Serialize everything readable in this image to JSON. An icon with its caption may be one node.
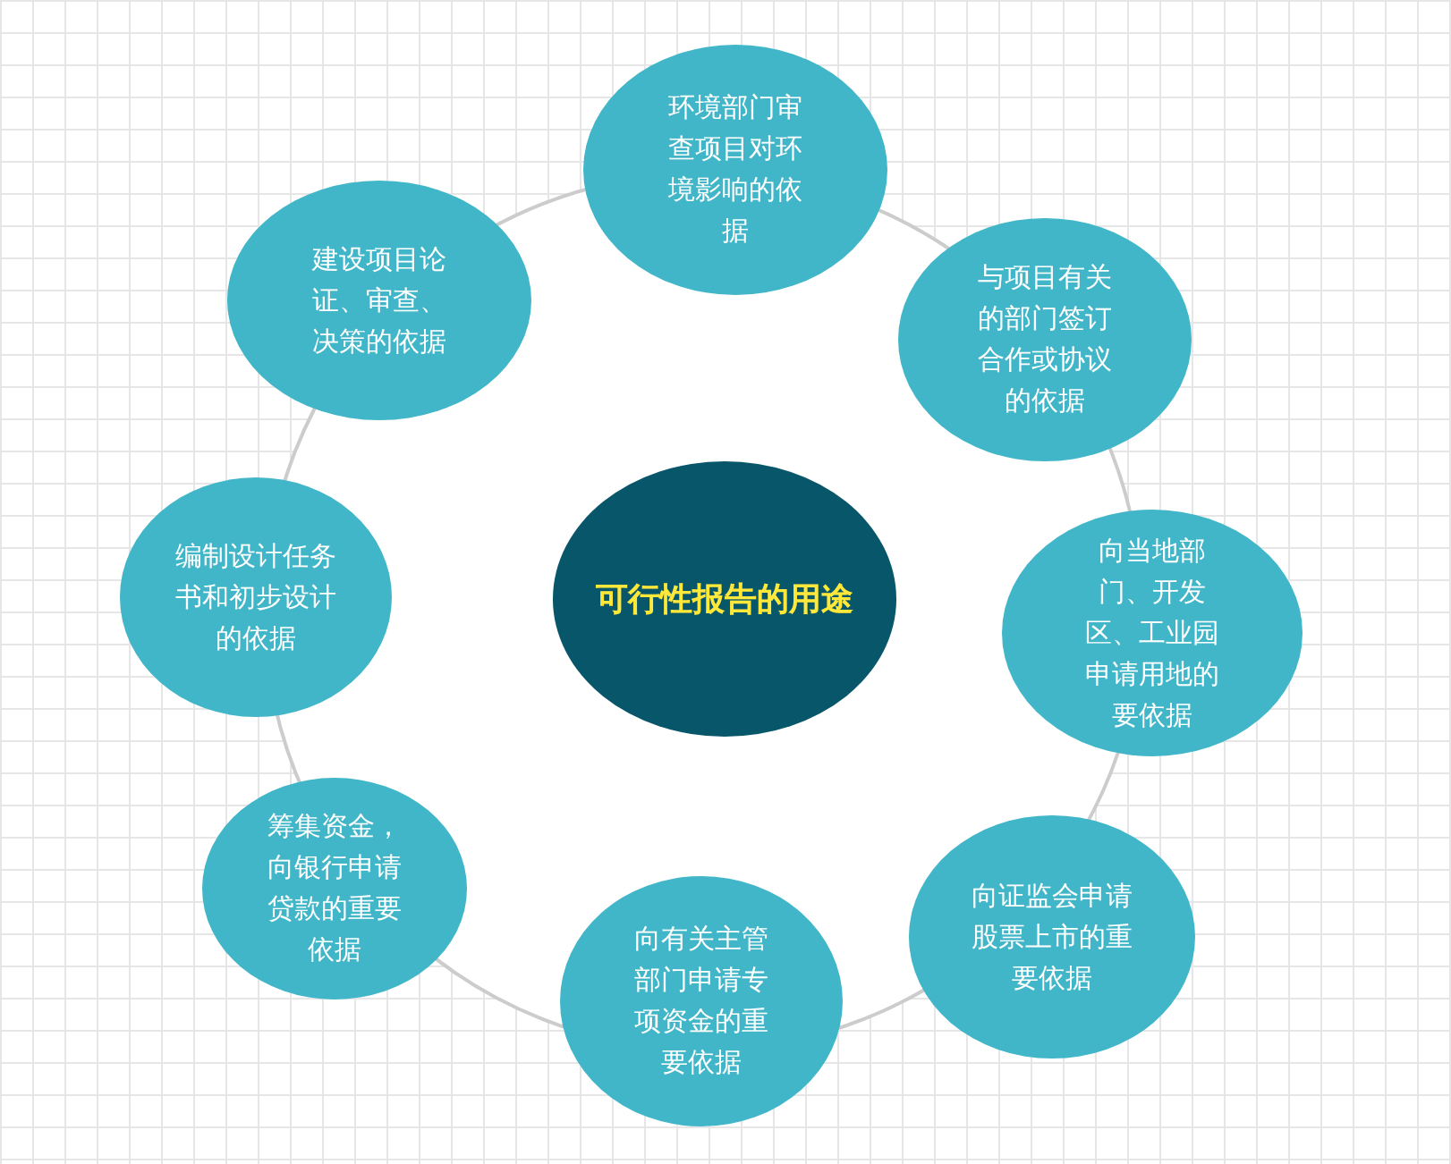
{
  "diagram": {
    "nodes": [
      {
        "text": [
          "可行性报告的用途"
        ]
      },
      {
        "text": [
          "环境部门审查项目对环境影响的依据"
        ]
      },
      {
        "text": [
          "与项目有关的部门签订合作或协议的依据"
        ]
      },
      {
        "text": [
          "向当地部门、开发区、工业园申请用地的要依据"
        ]
      },
      {
        "text": [
          "向证监会申请股票上市的重要依据"
        ]
      },
      {
        "text": [
          "向有关主管部门申请专项资金的重要依据"
        ]
      },
      {
        "text": [
          "筹集资金，向银行申请贷款的重要依据"
        ]
      },
      {
        "text": [
          "编制设计任务书和初步设计的依据"
        ]
      },
      {
        "text": [
          "建设项目论证、审查、决策的依据"
        ]
      }
    ]
  }
}
